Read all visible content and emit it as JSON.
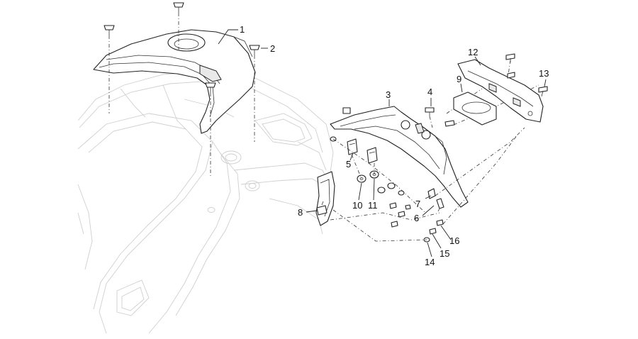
{
  "callouts": [
    {
      "id": "c1",
      "label": "1"
    },
    {
      "id": "c2",
      "label": "2"
    },
    {
      "id": "c3",
      "label": "3"
    },
    {
      "id": "c4",
      "label": "4"
    },
    {
      "id": "c5",
      "label": "5"
    },
    {
      "id": "c6",
      "label": "6"
    },
    {
      "id": "c7",
      "label": "7"
    },
    {
      "id": "c8",
      "label": "8"
    },
    {
      "id": "c9",
      "label": "9"
    },
    {
      "id": "c10",
      "label": "10"
    },
    {
      "id": "c11",
      "label": "11"
    },
    {
      "id": "c12",
      "label": "12"
    },
    {
      "id": "c13",
      "label": "13"
    },
    {
      "id": "c14",
      "label": "14"
    },
    {
      "id": "c15",
      "label": "15"
    },
    {
      "id": "c16",
      "label": "16"
    }
  ]
}
